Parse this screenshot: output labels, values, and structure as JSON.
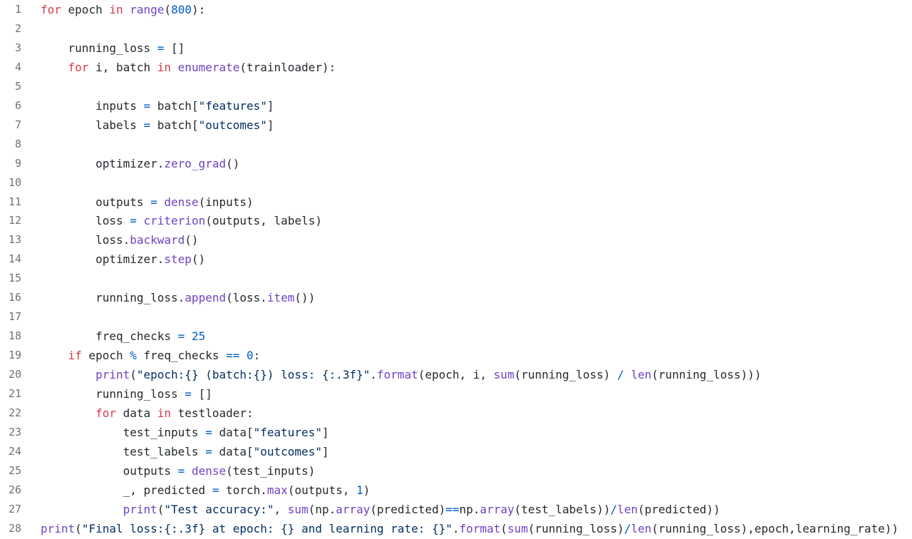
{
  "editor": {
    "colors": {
      "keyword": "#d73a49",
      "function": "#6f42c1",
      "number": "#005cc5",
      "operator": "#005cc5",
      "string": "#032f62",
      "text": "#24292e",
      "line_number": "#6a737d",
      "background": "#ffffff"
    },
    "lines": [
      {
        "n": "1",
        "tokens": [
          [
            "kw",
            "for"
          ],
          [
            "txt",
            " epoch "
          ],
          [
            "kw",
            "in"
          ],
          [
            "txt",
            " "
          ],
          [
            "fn",
            "range"
          ],
          [
            "txt",
            "("
          ],
          [
            "num",
            "800"
          ],
          [
            "txt",
            "):"
          ]
        ]
      },
      {
        "n": "2",
        "tokens": []
      },
      {
        "n": "3",
        "tokens": [
          [
            "txt",
            "    running_loss "
          ],
          [
            "op",
            "="
          ],
          [
            "txt",
            " []"
          ]
        ]
      },
      {
        "n": "4",
        "tokens": [
          [
            "txt",
            "    "
          ],
          [
            "kw",
            "for"
          ],
          [
            "txt",
            " i, batch "
          ],
          [
            "kw",
            "in"
          ],
          [
            "txt",
            " "
          ],
          [
            "fn",
            "enumerate"
          ],
          [
            "txt",
            "(trainloader):"
          ]
        ]
      },
      {
        "n": "5",
        "tokens": []
      },
      {
        "n": "6",
        "tokens": [
          [
            "txt",
            "        inputs "
          ],
          [
            "op",
            "="
          ],
          [
            "txt",
            " batch["
          ],
          [
            "str",
            "\"features\""
          ],
          [
            "txt",
            "]"
          ]
        ]
      },
      {
        "n": "7",
        "tokens": [
          [
            "txt",
            "        labels "
          ],
          [
            "op",
            "="
          ],
          [
            "txt",
            " batch["
          ],
          [
            "str",
            "\"outcomes\""
          ],
          [
            "txt",
            "]"
          ]
        ]
      },
      {
        "n": "8",
        "tokens": []
      },
      {
        "n": "9",
        "tokens": [
          [
            "txt",
            "        optimizer."
          ],
          [
            "fn",
            "zero_grad"
          ],
          [
            "txt",
            "()"
          ]
        ]
      },
      {
        "n": "10",
        "tokens": []
      },
      {
        "n": "11",
        "tokens": [
          [
            "txt",
            "        outputs "
          ],
          [
            "op",
            "="
          ],
          [
            "txt",
            " "
          ],
          [
            "fn",
            "dense"
          ],
          [
            "txt",
            "(inputs)"
          ]
        ]
      },
      {
        "n": "12",
        "tokens": [
          [
            "txt",
            "        loss "
          ],
          [
            "op",
            "="
          ],
          [
            "txt",
            " "
          ],
          [
            "fn",
            "criterion"
          ],
          [
            "txt",
            "(outputs, labels)"
          ]
        ]
      },
      {
        "n": "13",
        "tokens": [
          [
            "txt",
            "        loss."
          ],
          [
            "fn",
            "backward"
          ],
          [
            "txt",
            "()"
          ]
        ]
      },
      {
        "n": "14",
        "tokens": [
          [
            "txt",
            "        optimizer."
          ],
          [
            "fn",
            "step"
          ],
          [
            "txt",
            "()"
          ]
        ]
      },
      {
        "n": "15",
        "tokens": []
      },
      {
        "n": "16",
        "tokens": [
          [
            "txt",
            "        running_loss."
          ],
          [
            "fn",
            "append"
          ],
          [
            "txt",
            "(loss."
          ],
          [
            "fn",
            "item"
          ],
          [
            "txt",
            "())"
          ]
        ]
      },
      {
        "n": "17",
        "tokens": []
      },
      {
        "n": "18",
        "tokens": [
          [
            "txt",
            "        freq_checks "
          ],
          [
            "op",
            "="
          ],
          [
            "txt",
            " "
          ],
          [
            "num",
            "25"
          ]
        ]
      },
      {
        "n": "19",
        "tokens": [
          [
            "txt",
            "    "
          ],
          [
            "kw",
            "if"
          ],
          [
            "txt",
            " epoch "
          ],
          [
            "op",
            "%"
          ],
          [
            "txt",
            " freq_checks "
          ],
          [
            "op",
            "=="
          ],
          [
            "txt",
            " "
          ],
          [
            "num",
            "0"
          ],
          [
            "txt",
            ":"
          ]
        ]
      },
      {
        "n": "20",
        "tokens": [
          [
            "txt",
            "        "
          ],
          [
            "fn",
            "print"
          ],
          [
            "txt",
            "("
          ],
          [
            "str",
            "\"epoch:{} (batch:{}) loss: {:.3f}\""
          ],
          [
            "txt",
            "."
          ],
          [
            "fn",
            "format"
          ],
          [
            "txt",
            "(epoch, i, "
          ],
          [
            "fn",
            "sum"
          ],
          [
            "txt",
            "(running_loss) "
          ],
          [
            "op",
            "/"
          ],
          [
            "txt",
            " "
          ],
          [
            "fn",
            "len"
          ],
          [
            "txt",
            "(running_loss)))"
          ]
        ]
      },
      {
        "n": "21",
        "tokens": [
          [
            "txt",
            "        running_loss "
          ],
          [
            "op",
            "="
          ],
          [
            "txt",
            " []"
          ]
        ]
      },
      {
        "n": "22",
        "tokens": [
          [
            "txt",
            "        "
          ],
          [
            "kw",
            "for"
          ],
          [
            "txt",
            " data "
          ],
          [
            "kw",
            "in"
          ],
          [
            "txt",
            " testloader:"
          ]
        ]
      },
      {
        "n": "23",
        "tokens": [
          [
            "txt",
            "            test_inputs "
          ],
          [
            "op",
            "="
          ],
          [
            "txt",
            " data["
          ],
          [
            "str",
            "\"features\""
          ],
          [
            "txt",
            "]"
          ]
        ]
      },
      {
        "n": "24",
        "tokens": [
          [
            "txt",
            "            test_labels "
          ],
          [
            "op",
            "="
          ],
          [
            "txt",
            " data["
          ],
          [
            "str",
            "\"outcomes\""
          ],
          [
            "txt",
            "]"
          ]
        ]
      },
      {
        "n": "25",
        "tokens": [
          [
            "txt",
            "            outputs "
          ],
          [
            "op",
            "="
          ],
          [
            "txt",
            " "
          ],
          [
            "fn",
            "dense"
          ],
          [
            "txt",
            "(test_inputs)"
          ]
        ]
      },
      {
        "n": "26",
        "tokens": [
          [
            "txt",
            "            _, predicted "
          ],
          [
            "op",
            "="
          ],
          [
            "txt",
            " torch."
          ],
          [
            "fn",
            "max"
          ],
          [
            "txt",
            "(outputs, "
          ],
          [
            "num",
            "1"
          ],
          [
            "txt",
            ")"
          ]
        ]
      },
      {
        "n": "27",
        "tokens": [
          [
            "txt",
            "            "
          ],
          [
            "fn",
            "print"
          ],
          [
            "txt",
            "("
          ],
          [
            "str",
            "\"Test accuracy:\""
          ],
          [
            "txt",
            ", "
          ],
          [
            "fn",
            "sum"
          ],
          [
            "txt",
            "(np."
          ],
          [
            "fn",
            "array"
          ],
          [
            "txt",
            "(predicted)"
          ],
          [
            "op",
            "=="
          ],
          [
            "txt",
            "np."
          ],
          [
            "fn",
            "array"
          ],
          [
            "txt",
            "(test_labels))"
          ],
          [
            "op",
            "/"
          ],
          [
            "fn",
            "len"
          ],
          [
            "txt",
            "(predicted))"
          ]
        ]
      },
      {
        "n": "28",
        "tokens": [
          [
            "fn",
            "print"
          ],
          [
            "txt",
            "("
          ],
          [
            "str",
            "\"Final loss:{:.3f} at epoch: {} and learning rate: {}\""
          ],
          [
            "txt",
            "."
          ],
          [
            "fn",
            "format"
          ],
          [
            "txt",
            "("
          ],
          [
            "fn",
            "sum"
          ],
          [
            "txt",
            "(running_loss)"
          ],
          [
            "op",
            "/"
          ],
          [
            "fn",
            "len"
          ],
          [
            "txt",
            "(running_loss),epoch,learning_rate))"
          ]
        ]
      }
    ]
  }
}
